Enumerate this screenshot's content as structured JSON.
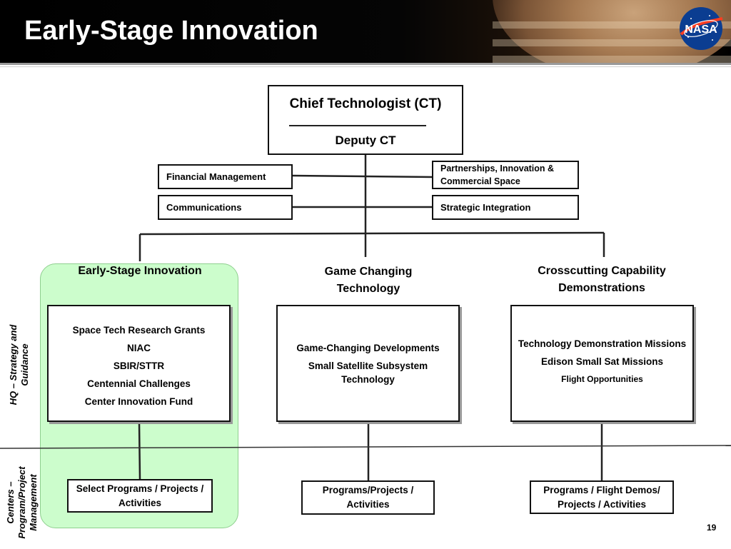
{
  "slide": {
    "title": "Early-Stage Innovation",
    "page_number": "19"
  },
  "logo": {
    "icon": "nasa-meatball-icon",
    "text": "NASA"
  },
  "org": {
    "chief": "Chief Technologist (CT)",
    "deputy": "Deputy CT",
    "staff_left": [
      "Financial Management",
      "Communications"
    ],
    "staff_right": [
      "Partnerships, Innovation & Commercial Space",
      "Strategic Integration"
    ]
  },
  "columns": [
    {
      "heading": "Early-Stage Innovation",
      "items": [
        "Space Tech Research Grants",
        "NIAC",
        "SBIR/STTR",
        "Centennial Challenges",
        "Center Innovation Fund"
      ],
      "bottom": "Select Programs / Projects / Activities"
    },
    {
      "heading": "Game Changing Technology",
      "items": [
        "Game-Changing Developments",
        "Small Satellite Subsystem Technology"
      ],
      "bottom": "Programs/Projects / Activities"
    },
    {
      "heading": "Crosscutting Capability Demonstrations",
      "items": [
        "Technology Demonstration Missions",
        "Edison Small Sat Missions",
        "Flight Opportunities"
      ],
      "bottom": "Programs / Flight Demos/ Projects / Activities"
    }
  ],
  "side_labels": {
    "hq": "HQ – Strategy and Guidance",
    "centers": "Centers – Program/Project Management"
  },
  "colors": {
    "highlight_panel": "#ccfdcc",
    "header_bg": "#000000",
    "title_text": "#ffffff"
  }
}
